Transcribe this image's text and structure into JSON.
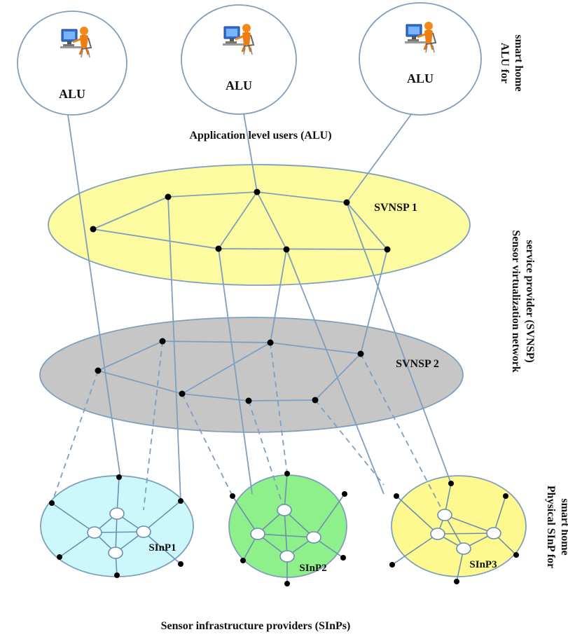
{
  "alu": {
    "labels": [
      "ALU",
      "ALU",
      "ALU"
    ],
    "group_caption": "Application level users (ALU)",
    "side_caption_line1": "ALU for",
    "side_caption_line2": "smart home"
  },
  "svnsp": {
    "layer1_label": "SVNSP 1",
    "layer2_label": "SVNSP 2",
    "side_caption_line1": "Sensor virtualization network",
    "side_caption_line2": "service provider (SVNSP)",
    "layer1_color": "#fdfb9f",
    "layer2_color": "#c6c6c6"
  },
  "sinp": {
    "labels": [
      "SInP1",
      "SInP2",
      "SInP3"
    ],
    "colors": [
      "#cdf8fb",
      "#8ef08a",
      "#fdf98e"
    ],
    "group_caption": "Sensor infrastructure providers (SInPs)",
    "side_caption_line1": "Physical SInP for",
    "side_caption_line2": "smart home"
  },
  "icons": {
    "user": "user-at-computer-icon"
  }
}
